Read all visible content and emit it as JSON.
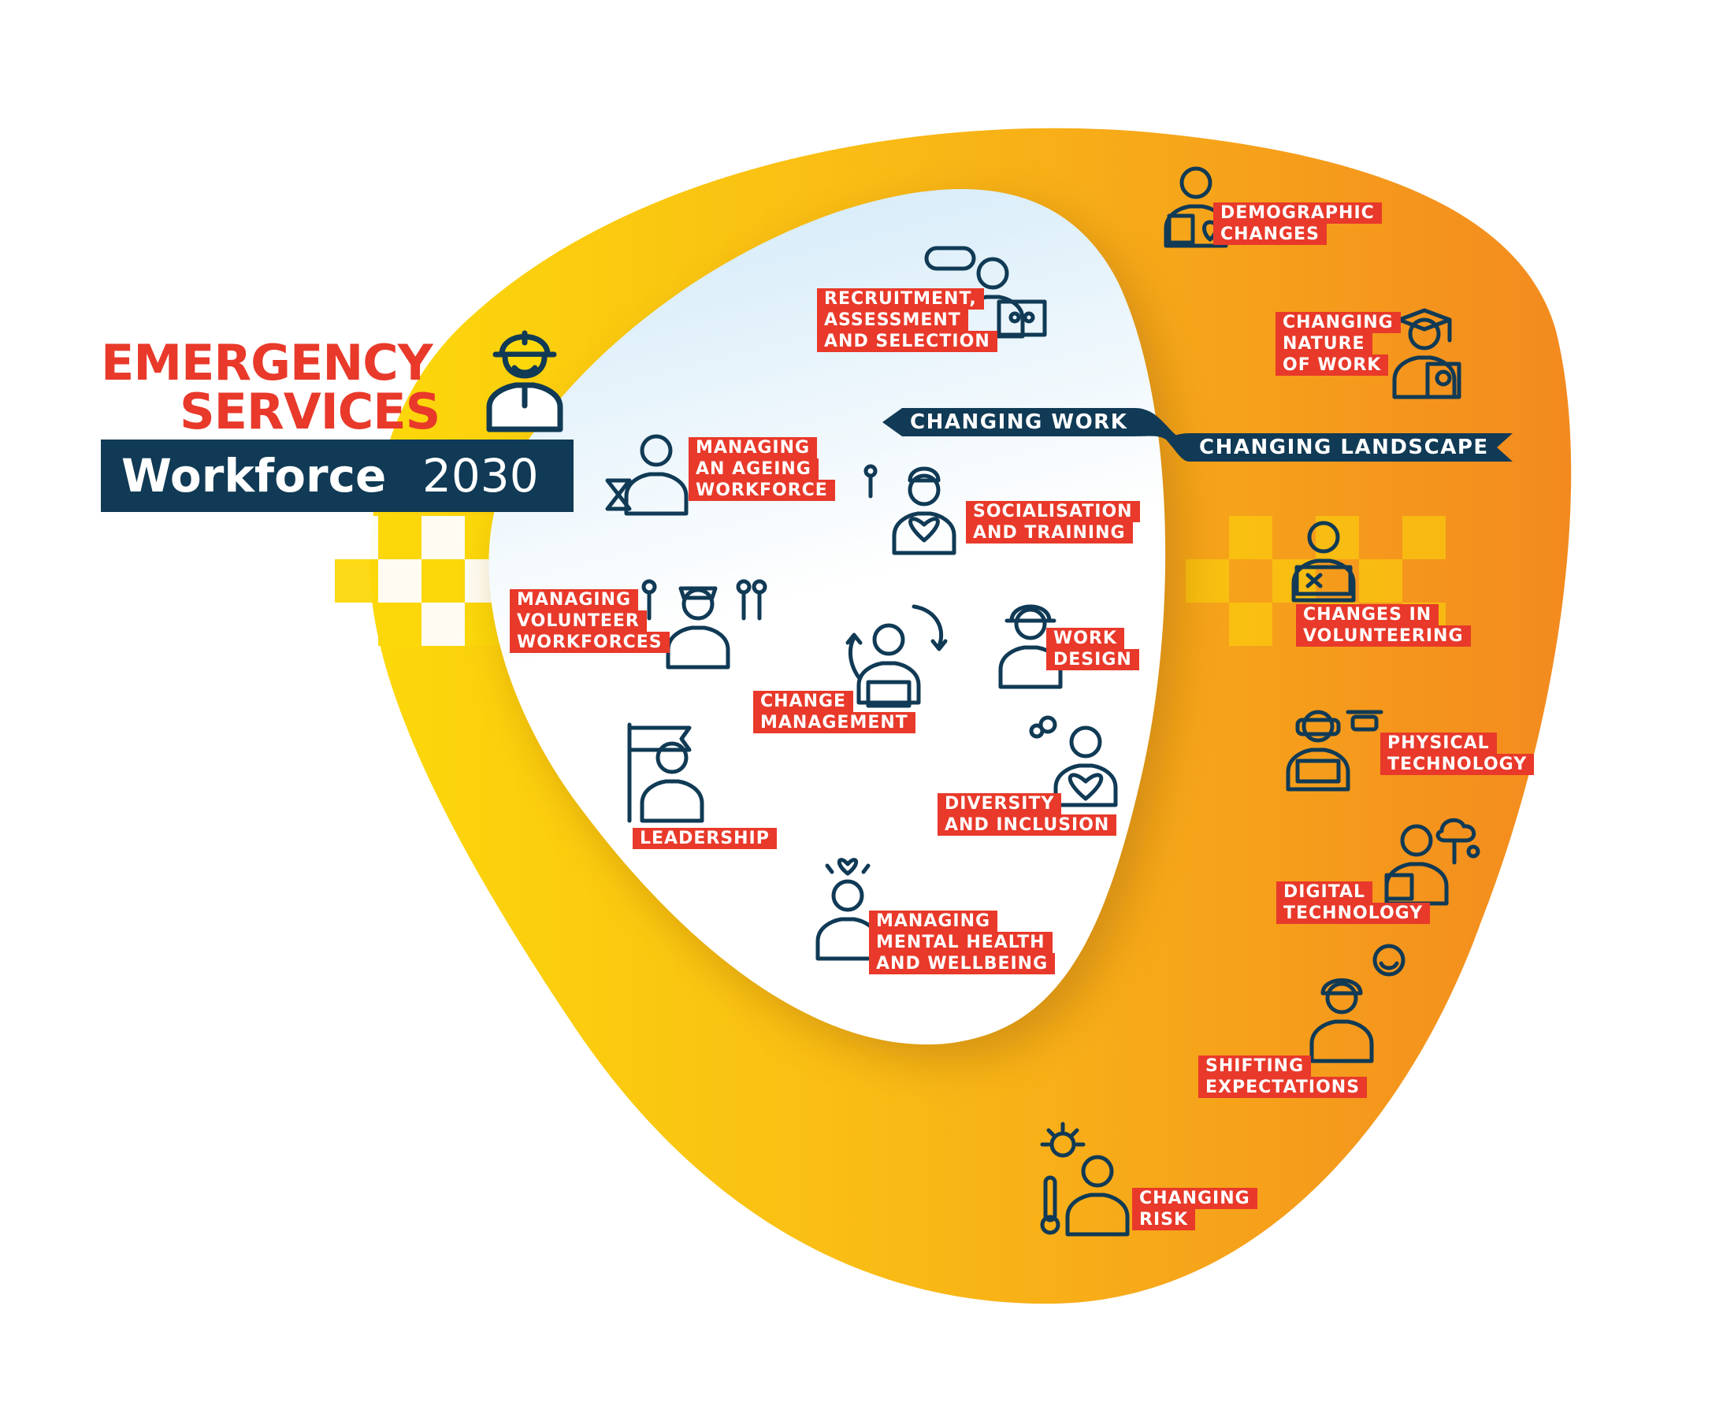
{
  "title": {
    "line1": "EMERGENCY",
    "line2": "SERVICES",
    "word": "Workforce",
    "year": "2030"
  },
  "ribbons": {
    "inner": "CHANGING WORK",
    "outer": "CHANGING LANDSCAPE"
  },
  "colors": {
    "yellow": "#fcd80a",
    "orange": "#f38a1f",
    "navy": "#103a55",
    "label_red": "#e8392a",
    "inner_blue": "#d6ecf8"
  },
  "inner_items": [
    {
      "lines": [
        "RECRUITMENT,",
        "ASSESSMENT",
        "AND SELECTION"
      ],
      "icon": "recruiter-laptop-icon"
    },
    {
      "lines": [
        "MANAGING",
        "AN AGEING",
        "WORKFORCE"
      ],
      "icon": "older-worker-hourglass-icon"
    },
    {
      "lines": [
        "SOCIALISATION",
        "AND TRAINING"
      ],
      "icon": "trainer-heart-icon"
    },
    {
      "lines": [
        "MANAGING",
        "VOLUNTEER",
        "WORKFORCES"
      ],
      "icon": "volunteer-group-icon"
    },
    {
      "lines": [
        "CHANGE",
        "MANAGEMENT"
      ],
      "icon": "change-arrows-icon"
    },
    {
      "lines": [
        "WORK",
        "DESIGN"
      ],
      "icon": "hardhat-worker-icon"
    },
    {
      "lines": [
        "LEADERSHIP"
      ],
      "icon": "leader-flag-icon"
    },
    {
      "lines": [
        "DIVERSITY",
        "AND INCLUSION"
      ],
      "icon": "diversity-heart-icon"
    },
    {
      "lines": [
        "MANAGING",
        "MENTAL HEALTH",
        "AND WELLBEING"
      ],
      "icon": "wellbeing-heart-icon"
    }
  ],
  "outer_items": [
    {
      "lines": [
        "DEMOGRAPHIC",
        "CHANGES"
      ],
      "icon": "demographic-person-icon"
    },
    {
      "lines": [
        "CHANGING",
        "NATURE",
        "OF WORK"
      ],
      "icon": "graduate-certificate-icon"
    },
    {
      "lines": [
        "CHANGES IN",
        "VOLUNTEERING"
      ],
      "icon": "volunteer-shuffle-icon"
    },
    {
      "lines": [
        "PHYSICAL",
        "TECHNOLOGY"
      ],
      "icon": "vr-drone-icon"
    },
    {
      "lines": [
        "DIGITAL",
        "TECHNOLOGY"
      ],
      "icon": "cloud-tablet-icon"
    },
    {
      "lines": [
        "SHIFTING",
        "EXPECTATIONS"
      ],
      "icon": "smiley-speech-icon"
    },
    {
      "lines": [
        "CHANGING",
        "RISK"
      ],
      "icon": "sun-thermometer-icon"
    }
  ]
}
